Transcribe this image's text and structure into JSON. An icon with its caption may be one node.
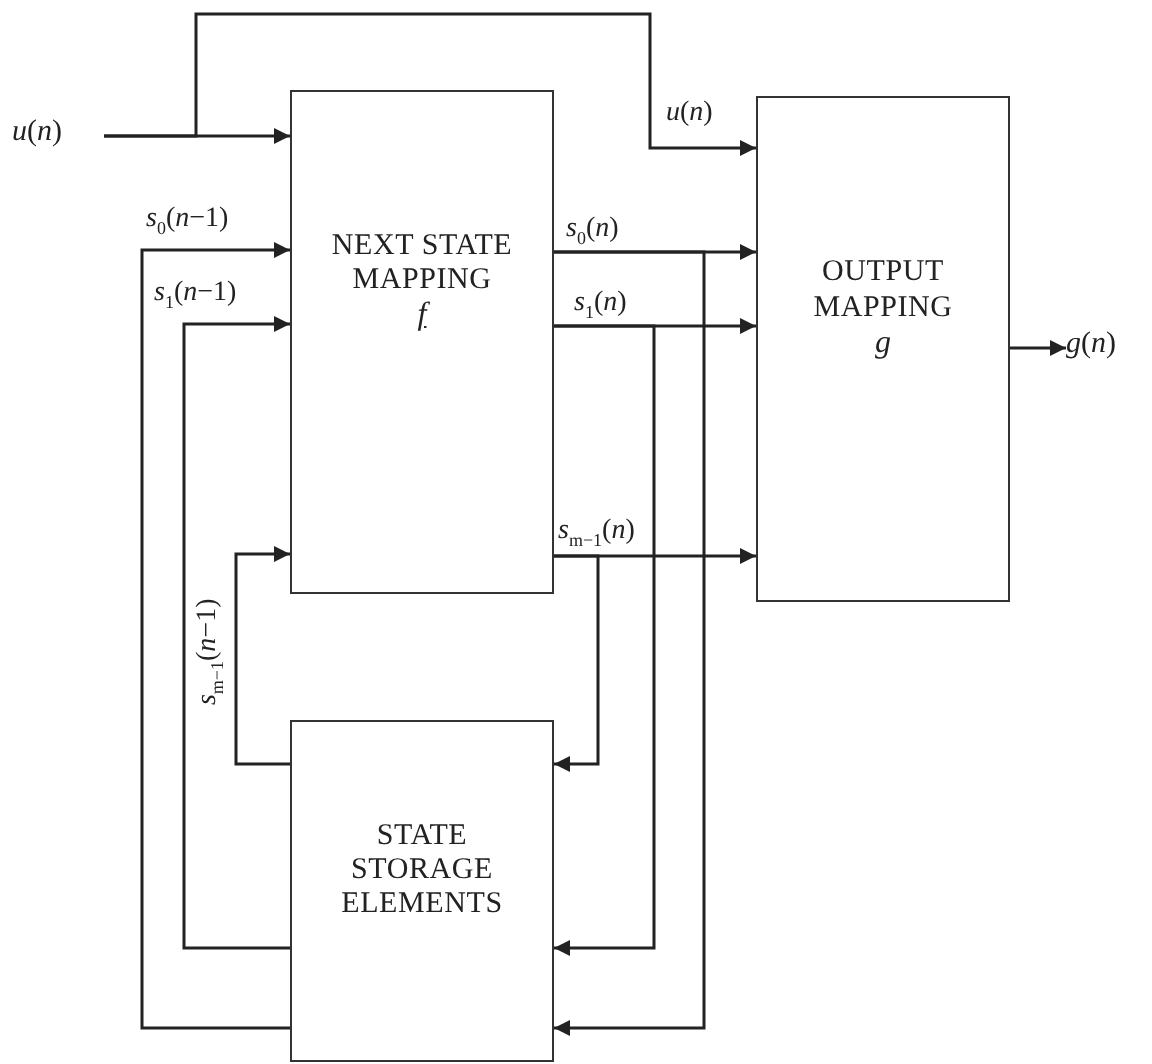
{
  "diagram": {
    "nodes": [
      {
        "text": [
          "*u*(*n*)"
        ]
      },
      {
        "text": [
          "NEXT STATE MAPPING",
          "f"
        ]
      },
      {
        "text": [
          "OUTPUT MAPPING",
          "g"
        ]
      },
      {
        "text": [
          "STATE STORAGE ELEMENTS"
        ]
      },
      {
        "text": [
          "*g*(*n*)"
        ]
      }
    ],
    "edges": [
      {
        "from": 0,
        "to": 1,
        "arrow": "to"
      },
      {
        "from": 0,
        "to": 2,
        "arrow": "to",
        "label": "*u*(*n*)"
      },
      {
        "from": 1,
        "to": 2,
        "arrow": "to",
        "label": "*s*$_{0}$(*n*)"
      },
      {
        "from": 1,
        "to": 2,
        "arrow": "to",
        "label": "*s*$_{1}$(*n*)"
      },
      {
        "from": 1,
        "to": 2,
        "arrow": "to",
        "label": "*s*$_{m−1}$(*n*)"
      },
      {
        "from": 1,
        "to": 3,
        "arrow": "to"
      },
      {
        "from": 1,
        "to": 3,
        "arrow": "to"
      },
      {
        "from": 1,
        "to": 3,
        "arrow": "to"
      },
      {
        "from": 3,
        "to": 1,
        "arrow": "to",
        "label": "*s*$_{0}$(*n*−1)"
      },
      {
        "from": 3,
        "to": 1,
        "arrow": "to",
        "label": "*s*$_{1}$(*n*−1)"
      },
      {
        "from": 3,
        "to": 1,
        "arrow": "to",
        "label": "*s*$_{m−1}$(*n*−1)"
      },
      {
        "from": 2,
        "to": 4,
        "arrow": "to"
      }
    ]
  }
}
